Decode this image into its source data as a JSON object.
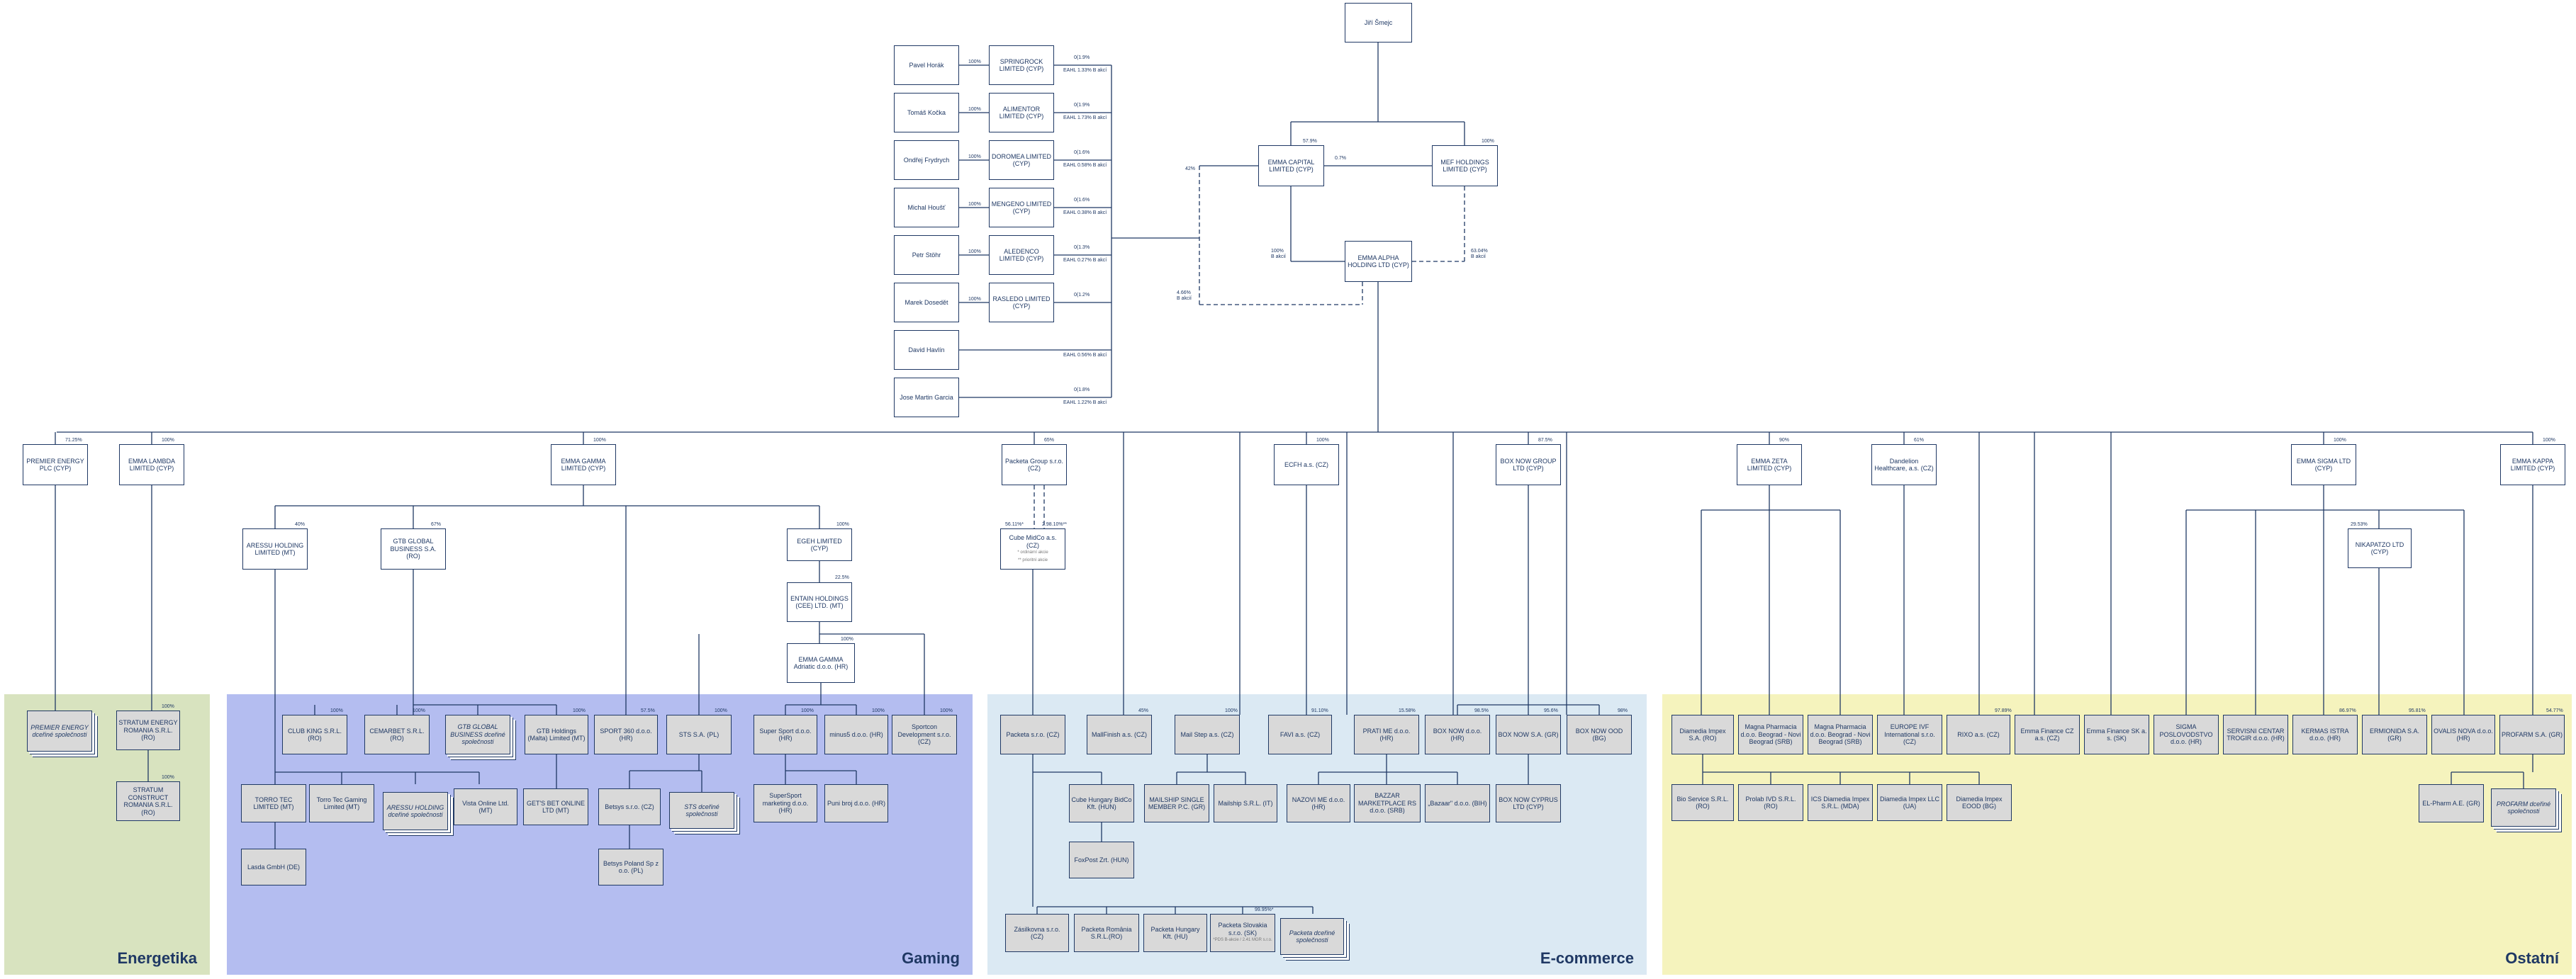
{
  "sections": {
    "energetika": "Energetika",
    "gaming": "Gaming",
    "ecommerce": "E-commerce",
    "ostatni": "Ostatní"
  },
  "colors": {
    "line": "#1f3864",
    "energetika": "#d8e3bf",
    "gaming": "#b4bdf0",
    "ecommerce": "#dbe9f3",
    "ostatni": "#f5f3bd",
    "grey": "#d9d9d9"
  },
  "top": {
    "owner": "Jiří Šmejc",
    "capital": "EMMA CAPITAL LIMITED (CYP)",
    "mef": "MEF HOLDINGS LIMITED (CYP)",
    "alpha": "EMMA ALPHA HOLDING LTD (CYP)",
    "p_cap": "57.9%",
    "p_mef": "100%",
    "p_capmef": "0.7%",
    "p_cap_alpha": "100%",
    "p_cap_alpha2": "B akcií",
    "p_mef_alpha": "63.04%",
    "p_mef_alpha2": "B akcií",
    "p_group": "42%",
    "p_dash": "4.66%",
    "p_dash2": "B akcií"
  },
  "managers": [
    {
      "person": "Pavel Horák",
      "pct": "100%",
      "co": "SPRINGROCK LIMITED (CYP)",
      "r1": "0(1.9%",
      "r2": "EAHL 1.33% B akcí"
    },
    {
      "person": "Tomáš Kočka",
      "pct": "100%",
      "co": "ALIMENTOR LIMITED (CYP)",
      "r1": "0(1.9%",
      "r2": "EAHL 1.73% B akcí"
    },
    {
      "person": "Ondřej Frydrych",
      "pct": "100%",
      "co": "DOROMEA LIMITED (CYP)",
      "r1": "0(1.6%",
      "r2": "EAHL 0.58% B akcí"
    },
    {
      "person": "Michal Houšť",
      "pct": "100%",
      "co": "MENGENO LIMITED (CYP)",
      "r1": "0(1.6%",
      "r2": "EAHL 0.38% B akcí"
    },
    {
      "person": "Petr Stöhr",
      "pct": "100%",
      "co": "ALEDENCO LIMITED (CYP)",
      "r1": "0(1.3%",
      "r2": "EAHL 0.27% B akcí"
    },
    {
      "person": "Marek Dosedět",
      "pct": "100%",
      "co": "RASLEDO LIMITED (CYP)",
      "r1": "0(1.2%",
      "r2": ""
    },
    {
      "person": "David Havlín",
      "pct": "",
      "co": "",
      "r1": "",
      "r2": "EAHL 0.56% B akcí"
    },
    {
      "person": "Jose Martin Garcia",
      "pct": "",
      "co": "",
      "r1": "0(1.8%",
      "r2": "EAHL 1.22% B akcí"
    }
  ],
  "l1": [
    {
      "name": "PREMIER ENERGY PLC (CYP)",
      "pct": "71.25%"
    },
    {
      "name": "EMMA LAMBDA LIMITED (CYP)",
      "pct": "100%"
    },
    {
      "name": "EMMA GAMMA LIMITED (CYP)",
      "pct": "100%"
    },
    {
      "name": "Packeta Group s.r.o. (CZ)",
      "pct": "65%"
    },
    {
      "name": "ECFH a.s. (CZ)",
      "pct": "100%"
    },
    {
      "name": "BOX NOW GROUP LTD (CYP)",
      "pct": "87.5%"
    },
    {
      "name": "EMMA ZETA LIMITED (CYP)",
      "pct": "90%"
    },
    {
      "name": "Dandelion Healthcare, a.s. (CZ)",
      "pct": "61%"
    },
    {
      "name": "EMMA SIGMA LTD (CYP)",
      "pct": "100%"
    },
    {
      "name": "EMMA KAPPA LIMITED (CYP)",
      "pct": "100%"
    }
  ],
  "energetika": {
    "premier_sub": "PREMIER ENERGY dceřiné společnosti",
    "stratum_energy": "STRATUM ENERGY ROMANIA S.R.L. (RO)",
    "stratum_construct": "STRATUM CONSTRUCT ROMANIA S.R.L. (RO)",
    "p1": "100%",
    "p2": "100%"
  },
  "gaming": {
    "aressu": "ARESSU HOLDING LIMITED (MT)",
    "gtb": "GTB GLOBAL BUSINESS S.A. (RO)",
    "egeh": "EGEH LIMITED (CYP)",
    "entain": "ENTAIN HOLDINGS (CEE) LTD. (MT)",
    "emmagamma": "EMMA GAMMA Adriatic d.o.o. (HR)",
    "p_aressu": "40%",
    "p_gtb": "67%",
    "p_egeh": "100%",
    "p_entain": "22.5%",
    "p_eg": "100%",
    "clubking": "CLUB KING S.R.L. (RO)",
    "cemarbet": "CEMARBET S.R.L. (RO)",
    "gtbsub": "GTB GLOBAL BUSINESS dceřiné společnosti",
    "gtbholdings": "GTB Holdings (Malta) Limited (MT)",
    "sport360": "SPORT 360 d.o.o. (HR)",
    "sts": "STS S.A. (PL)",
    "supersport": "Super Sport d.o.o. (HR)",
    "minus5": "minus5 d.o.o. (HR)",
    "sportcon": "Sportcon Development s.r.o. (CZ)",
    "torro": "TORRO TEC LIMITED (MT)",
    "torrogaming": "Torro Tec Gaming Limited (MT)",
    "aressusub": "ARESSU HOLDING dceřiné společnosti",
    "vista": "Vista Online Ltd. (MT)",
    "getsbet": "GET'S BET ONLINE LTD (MT)",
    "betsys": "Betsys s.r.o. (CZ)",
    "stssub": "STS dceřiné společnosti",
    "supersportmk": "SuperSport marketing d.o.o. (HR)",
    "punibroj": "Puni broj d.o.o. (HR)",
    "lasda": "Lasda GmbH (DE)",
    "betsyspl": "Betsys Poland Sp z o.o. (PL)",
    "p_ck": "100%",
    "p_cem": "100%",
    "p_gtbh": "100%",
    "p_s360": "57.5%",
    "p_sts": "100%",
    "p_ss": "100%",
    "p_m5": "100%",
    "p_sc": "100%"
  },
  "ecom": {
    "cube": "Cube MidCo a.s. (CZ)",
    "cube_note1": "* ordinární akcie",
    "cube_note2": "** prioritní akcie",
    "p_cube1": "56.11%*",
    "p_cube2": "2.98.10%**",
    "packeta": "Packeta s.r.o. (CZ)",
    "mall": "MallFinish a.s. (CZ)",
    "mailstep": "Mail Step a.s. (CZ)",
    "favi": "FAVI a.s. (CZ)",
    "pratime": "PRATI ME d.o.o. (HR)",
    "boxnowhr": "BOX NOW d.o.o. (HR)",
    "boxnowgr": "BOX NOW S.A. (GR)",
    "boxnowbg": "BOX NOW OOD (BG)",
    "p_mall": "45%",
    "p_ms": "100%",
    "p_favi": "91.10%",
    "p_prati": "15.58%",
    "p_bnhr": "98.5%",
    "p_bngr": "95.6%",
    "p_bnbg": "98%",
    "cubehu": "Cube Hungary BidCo Kft. (HUN)",
    "foxpost": "FoxPost Zrt. (HUN)",
    "mailship": "MAILSHIP SINGLE MEMBER P.C. (GR)",
    "mailshipit": "Mailship S.R.L. (IT)",
    "nazovi": "NAZOVI ME d.o.o. (HR)",
    "bazzar": "BAZZAR MARKETPLACE RS d.o.o. (SRB)",
    "bazar": "„Bazaar\" d.o.o. (BIH)",
    "boxnowcy": "BOX NOW CYPRUS LTD (CYP)",
    "zasilkovna": "Zásilkovna s.r.o. (CZ)",
    "packetaro": "Packeta România S.R.L.(RO)",
    "packetahu": "Packeta Hungary Kft. (HU)",
    "packetask": "Packeta Slovakia s.r.o. (SK)",
    "packetask_note": "*PDS B-akcie / 2.41 MGR s.r.o.",
    "packetasub": "Packeta dceřiné společnosti",
    "p_sk": "99.95%*"
  },
  "ostatni": {
    "diamedia": "Diamedia Impex S.A. (RO)",
    "magnabg": "Magna Pharmacia d.o.o. Beograd - Novi Beograd (SRB)",
    "magnabg2": "Magna Pharmacia d.o.o. Beograd - Novi Beograd (SRB)",
    "europe": "EUROPE IVF International s.r.o. (CZ)",
    "rixo": "RIXO a.s. (CZ)",
    "emmacz": "Emma Finance CZ a.s. (CZ)",
    "emmask": "Emma Finance SK a. s. (SK)",
    "sigma": "SIGMA POSLOVODSTVO d.o.o. (HR)",
    "servisni": "SERVISNI CENTAR TROGIR d.o.o. (HR)",
    "kermas": "KERMAS ISTRA d.o.o. (HR)",
    "ermionida": "ERMIONIDA S.A. (GR)",
    "ovalis": "OVALIS NOVA d.o.o. (HR)",
    "proform": "PROFARM S.A. (GR)",
    "p_rixo": "97.89%",
    "p_ker": "86.97%",
    "p_erm": "95.81%",
    "p_pro": "54.77%",
    "nikapatzo": "NIKAPATZO LTD (CYP)",
    "p_nika": "29.53%",
    "bioservice": "Bio Service S.R.L. (RO)",
    "prolab": "Prolab IVD S.R.L. (RO)",
    "icsdiamedia": "ICS Diamedia Impex S.R.L. (MDA)",
    "diamediaua": "Diamedia Impex LLC (UA)",
    "diamediabg": "Diamedia Impex EOOD (BG)",
    "elpharm": "EL-Pharm A.E. (GR)",
    "profarmsub": "PROFARM dceřiné společnosti"
  }
}
